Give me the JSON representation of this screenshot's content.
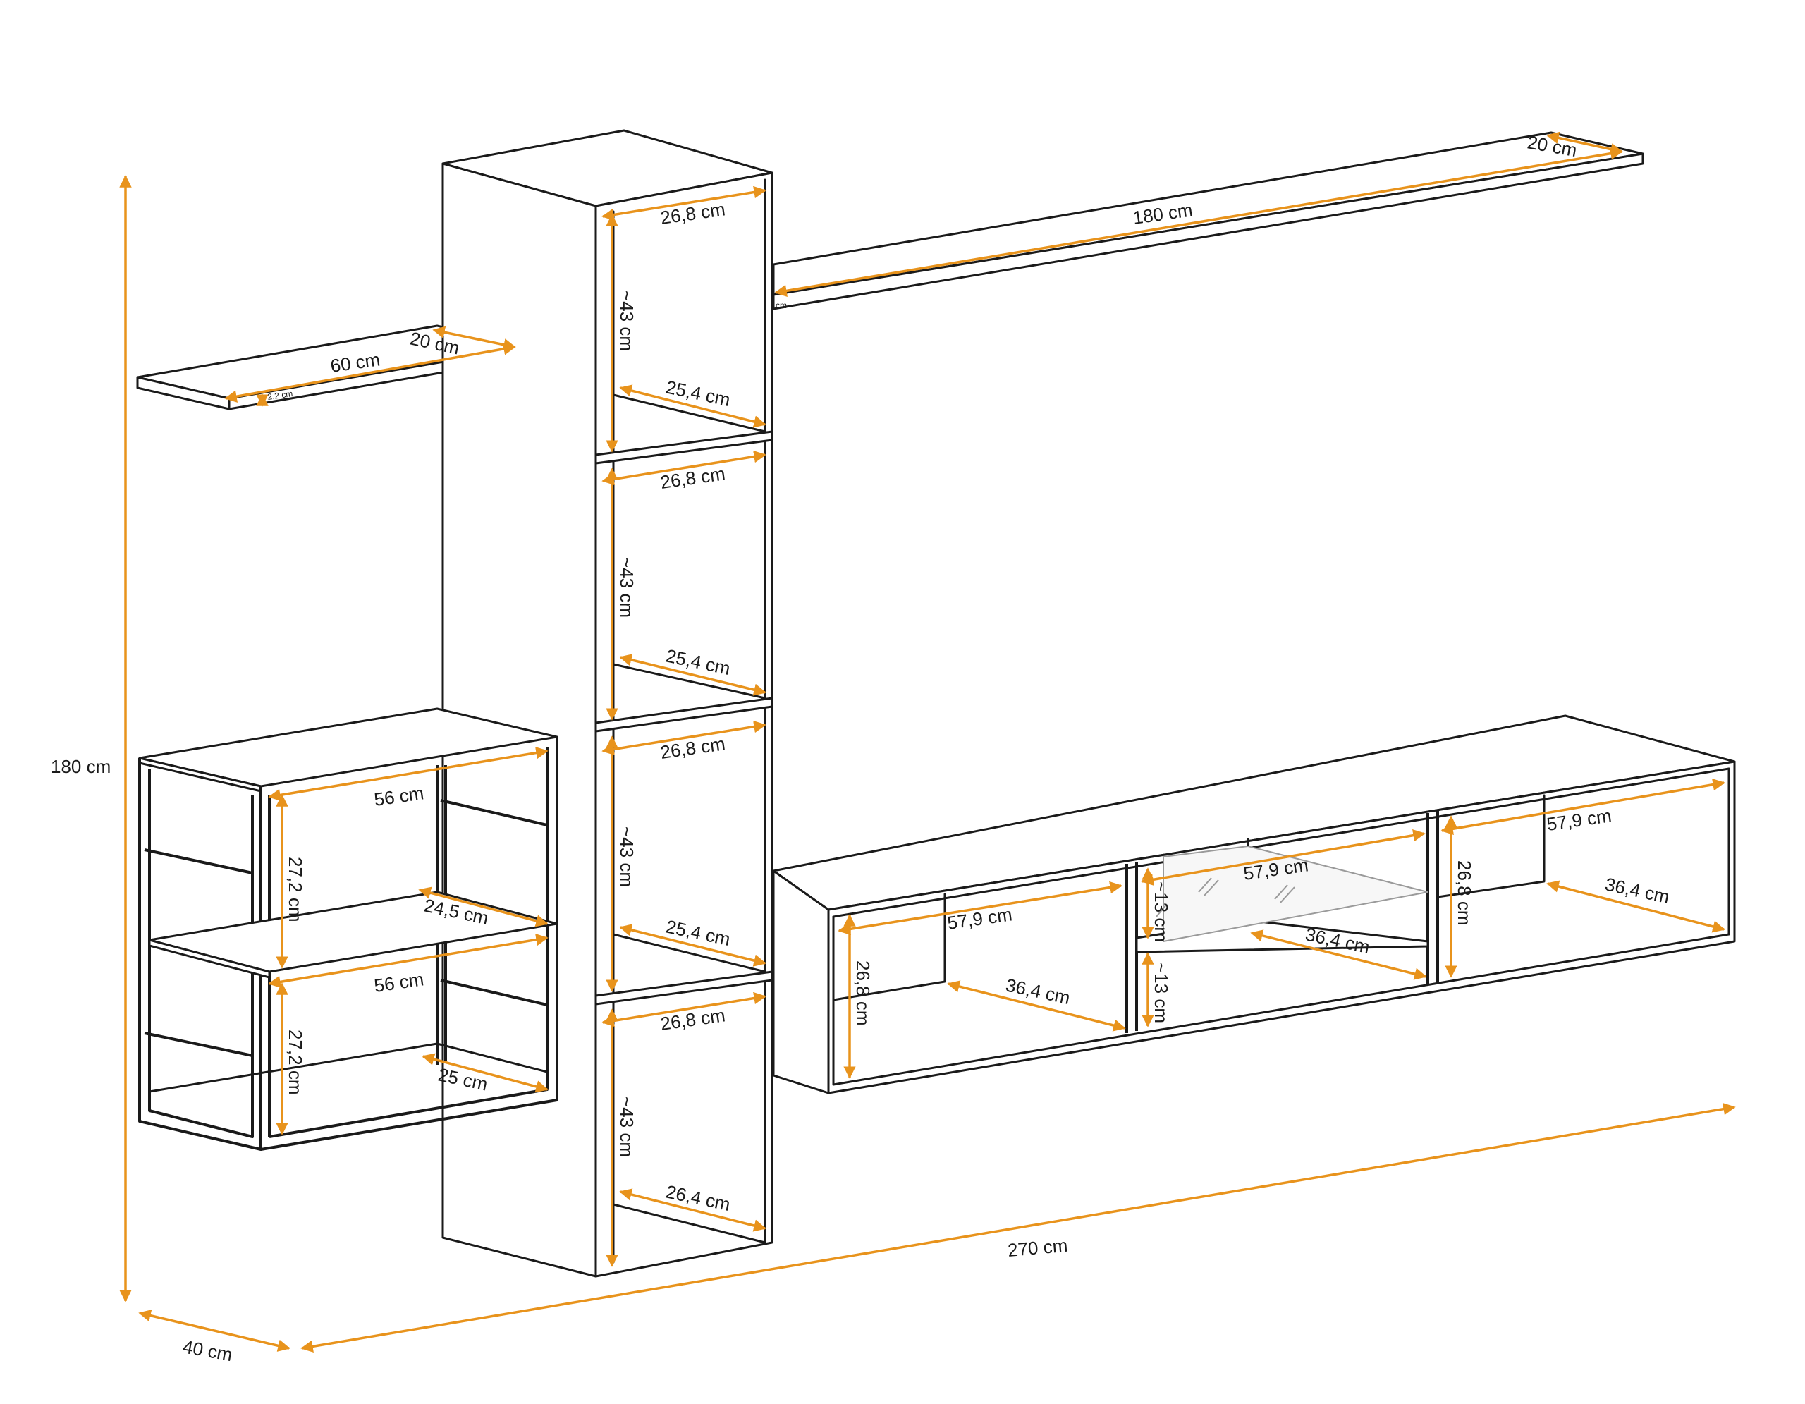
{
  "colors": {
    "line": "#1a1a1a",
    "dimension": "#e8931c",
    "background": "#ffffff"
  },
  "dimensions": {
    "total_height": "180 cm",
    "total_width": "270 cm",
    "total_depth": "40 cm",
    "long_shelf_length": "180 cm",
    "long_shelf_depth": "20 cm",
    "long_shelf_thickness": "cm",
    "short_shelf_length": "60 cm",
    "short_shelf_depth": "20 cm",
    "short_shelf_thickness": "2,2 cm",
    "tower_width": "26,8 cm",
    "tower_depth": "25,4 cm",
    "tower_depth_bottom": "26,4 cm",
    "tower_compartment_height": "~43 cm",
    "cube_width": "56 cm",
    "cube_height": "27,2 cm",
    "cube_depth_top": "24,5 cm",
    "cube_depth_bottom": "25 cm",
    "tv_width": "57,9 cm",
    "tv_depth": "36,4 cm",
    "tv_height": "26,8 cm",
    "tv_half_height": "~13 cm"
  }
}
